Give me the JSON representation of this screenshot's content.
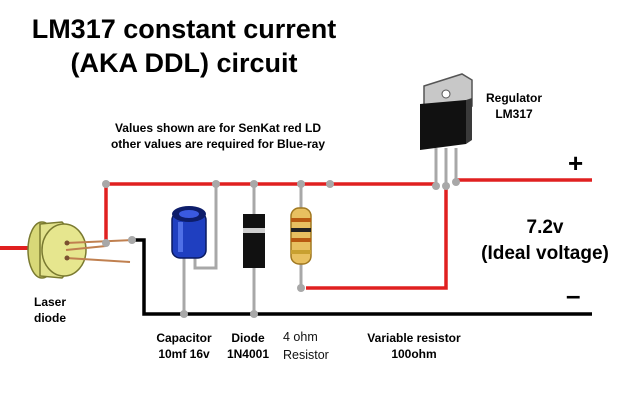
{
  "title": {
    "line1": "LM317 constant current",
    "line2": "(AKA DDL) circuit"
  },
  "note": {
    "line1": "Values shown are for SenKat red LD",
    "line2": "other values are required for Blue-ray"
  },
  "regulator": {
    "line1": "Regulator",
    "line2": "LM317"
  },
  "supply": {
    "plus": "+",
    "minus": "–",
    "voltage": "7.2v",
    "voltage_note": "(Ideal voltage)"
  },
  "laser": {
    "line1": "Laser",
    "line2": "diode"
  },
  "capacitor": {
    "line1": "Capacitor",
    "line2": "10mf 16v"
  },
  "diode": {
    "line1": "Diode",
    "line2": "1N4001"
  },
  "resistor": {
    "line1": "4 ohm",
    "line2": "Resistor"
  },
  "variable_resistor": {
    "line1": "Variable resistor",
    "line2": "100ohm"
  },
  "colors": {
    "wire_positive": "#e02020",
    "wire_negative": "#000000",
    "lead": "#a8a8a8",
    "capacitor_body": "#1f3fc0",
    "laser_body": "#d8d878",
    "resistor_body": "#e8c060",
    "regulator_body": "#111111"
  }
}
